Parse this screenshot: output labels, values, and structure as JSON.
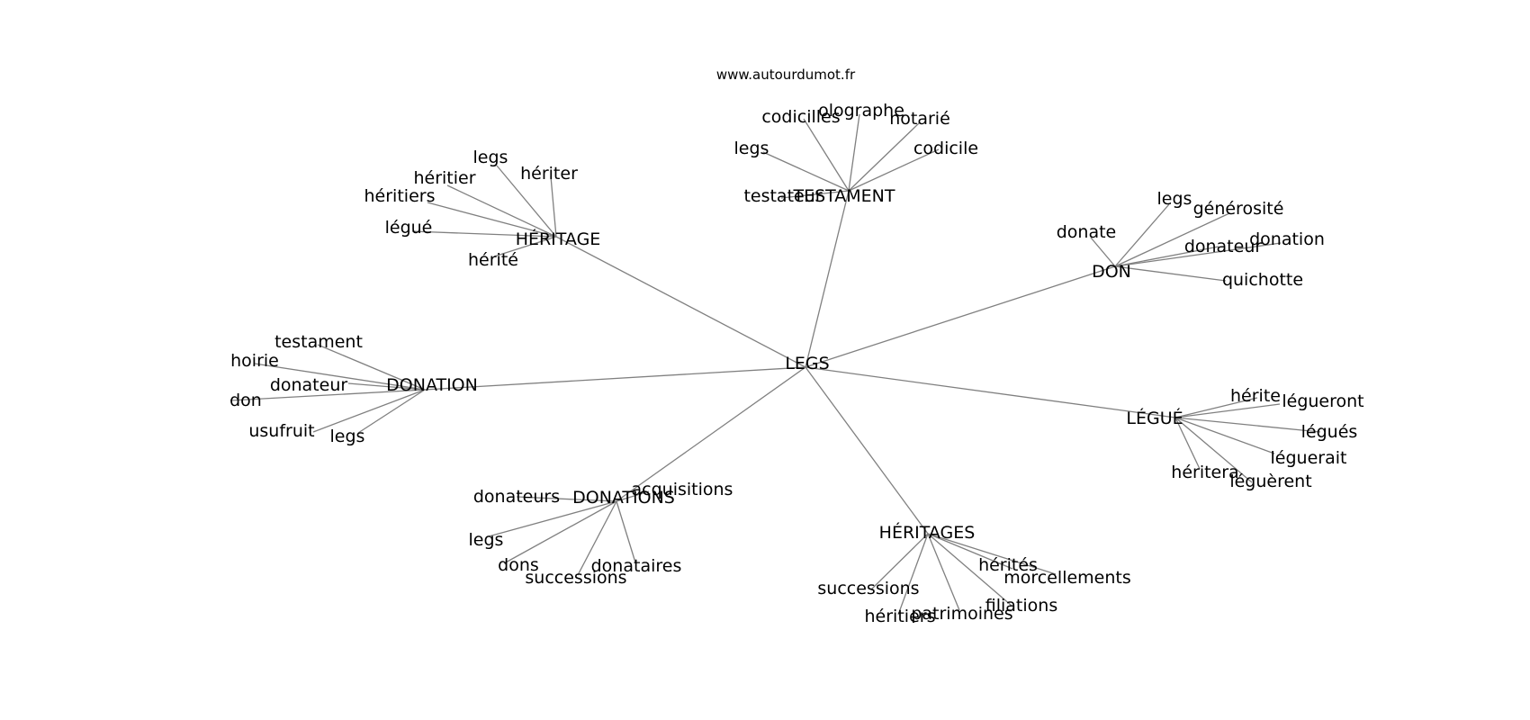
{
  "source_label": "www.autourdumot.fr",
  "center": {
    "label": "LEGS"
  },
  "clusters": [
    {
      "label": "TESTAMENT",
      "leaves": [
        {
          "label": "codicilles"
        },
        {
          "label": "olographe"
        },
        {
          "label": "notarié"
        },
        {
          "label": "legs"
        },
        {
          "label": "codicile"
        },
        {
          "label": "testateur"
        }
      ]
    },
    {
      "label": "HÉRITAGE",
      "leaves": [
        {
          "label": "legs"
        },
        {
          "label": "héritier"
        },
        {
          "label": "hériter"
        },
        {
          "label": "héritiers"
        },
        {
          "label": "légué"
        },
        {
          "label": "hérité"
        }
      ]
    },
    {
      "label": "DON",
      "leaves": [
        {
          "label": "legs"
        },
        {
          "label": "générosité"
        },
        {
          "label": "donate"
        },
        {
          "label": "donateur"
        },
        {
          "label": "donation"
        },
        {
          "label": "quichotte"
        }
      ]
    },
    {
      "label": "DONATION",
      "leaves": [
        {
          "label": "testament"
        },
        {
          "label": "hoirie"
        },
        {
          "label": "donateur"
        },
        {
          "label": "don"
        },
        {
          "label": "usufruit"
        },
        {
          "label": "legs"
        }
      ]
    },
    {
      "label": "LÉGUÉ",
      "leaves": [
        {
          "label": "hérite"
        },
        {
          "label": "légueront"
        },
        {
          "label": "légués"
        },
        {
          "label": "léguerait"
        },
        {
          "label": "héritera"
        },
        {
          "label": "léguèrent"
        }
      ]
    },
    {
      "label": "DONATIONS",
      "leaves": [
        {
          "label": "donateurs"
        },
        {
          "label": "acquisitions"
        },
        {
          "label": "legs"
        },
        {
          "label": "dons"
        },
        {
          "label": "successions"
        },
        {
          "label": "donataires"
        }
      ]
    },
    {
      "label": "HÉRITAGES",
      "leaves": [
        {
          "label": "successions"
        },
        {
          "label": "hérités"
        },
        {
          "label": "morcellements"
        },
        {
          "label": "héritiers"
        },
        {
          "label": "patrimoines"
        },
        {
          "label": "filiations"
        }
      ]
    }
  ]
}
